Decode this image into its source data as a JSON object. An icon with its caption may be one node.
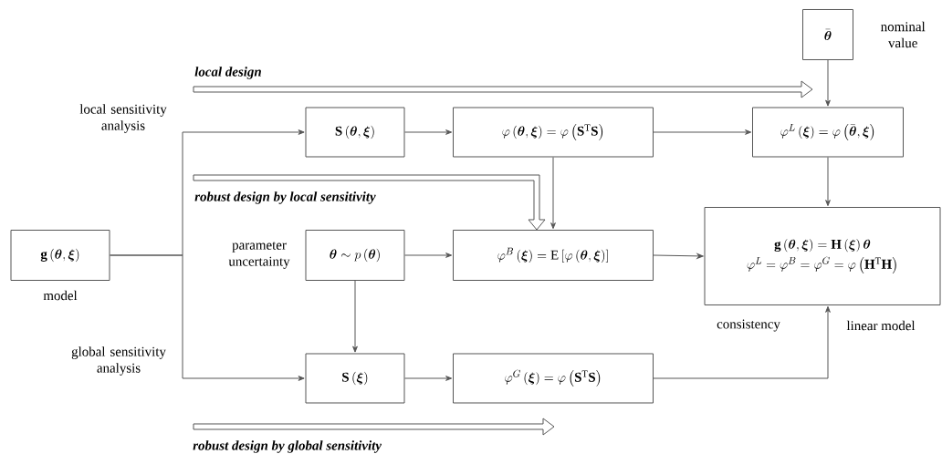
{
  "diagram": {
    "nodes": [
      {
        "text": [
          "\\mathbf{g}\\left(\\boldsymbol{\\theta},\\boldsymbol{\\xi}\\right)"
        ],
        "beside": [
          "model"
        ]
      },
      {
        "text": [
          "\\mathbf{S}\\left(\\boldsymbol{\\theta},\\boldsymbol{\\xi}\\right)"
        ]
      },
      {
        "text": [
          "\\varphi\\left(\\boldsymbol{\\theta},\\boldsymbol{\\xi}\\right)=\\varphi\\left(\\mathbf{S}^{\\mathrm{T}}\\mathbf{S}\\right)"
        ]
      },
      {
        "text": [
          "\\bar{\\boldsymbol{\\theta}}"
        ],
        "beside": [
          "nominal value"
        ]
      },
      {
        "text": [
          "\\varphi^{L}\\left(\\boldsymbol{\\xi}\\right)=\\varphi\\left(\\bar{\\boldsymbol{\\theta}},\\boldsymbol{\\xi}\\right)"
        ]
      },
      {
        "text": [
          "\\boldsymbol{\\theta}\\sim p\\left(\\boldsymbol{\\theta}\\right)"
        ],
        "beside": [
          "parameter uncertainty"
        ]
      },
      {
        "text": [
          "\\varphi^{B}\\left(\\boldsymbol{\\xi}\\right)=\\mathrm{E}\\left[\\varphi\\left(\\boldsymbol{\\theta},\\boldsymbol{\\xi}\\right)\\right]"
        ]
      },
      {
        "text": [
          "\\mathbf{g}\\left(\\boldsymbol{\\theta},\\boldsymbol{\\xi}\\right)=\\mathbf{H}\\left(\\boldsymbol{\\xi}\\right)\\boldsymbol{\\theta}",
          "\\varphi^{L}=\\varphi^{B}=\\varphi^{G}=\\varphi\\left(\\mathbf{H}^{\\mathrm{T}}\\mathbf{H}\\right)"
        ]
      },
      {
        "text": [
          "\\mathbf{S}\\left(\\boldsymbol{\\xi}\\right)"
        ]
      },
      {
        "text": [
          "\\varphi^{G}\\left(\\boldsymbol{\\xi}\\right)=\\varphi\\left(\\mathbf{S}^{\\mathrm{T}}\\mathbf{S}\\right)"
        ]
      }
    ],
    "edges": [
      {
        "from": 0,
        "to": 1,
        "arrow": "to"
      },
      {
        "from": 0,
        "to": 8,
        "arrow": "to"
      },
      {
        "from": 1,
        "to": 2,
        "arrow": "to"
      },
      {
        "from": 2,
        "to": 4,
        "arrow": "to"
      },
      {
        "from": 3,
        "to": 4,
        "arrow": "to"
      },
      {
        "from": 2,
        "to": 6,
        "arrow": "to"
      },
      {
        "from": null,
        "to": 6,
        "arrow": "to",
        "label": "robust design  by local sensitivity",
        "style": "thick"
      },
      {
        "from": 5,
        "to": 6,
        "arrow": "to"
      },
      {
        "from": 5,
        "to": 8,
        "arrow": "to"
      },
      {
        "from": 8,
        "to": 9,
        "arrow": "to"
      },
      {
        "from": 4,
        "to": 7,
        "arrow": "to"
      },
      {
        "from": 6,
        "to": 7,
        "arrow": "to"
      },
      {
        "from": 9,
        "to": 7,
        "arrow": "to"
      }
    ],
    "labels": [
      "local design",
      "local sensitivity analysis",
      "consistency",
      "linear model",
      "global sensitivity analysis",
      "robust design by global sensitivity"
    ]
  }
}
